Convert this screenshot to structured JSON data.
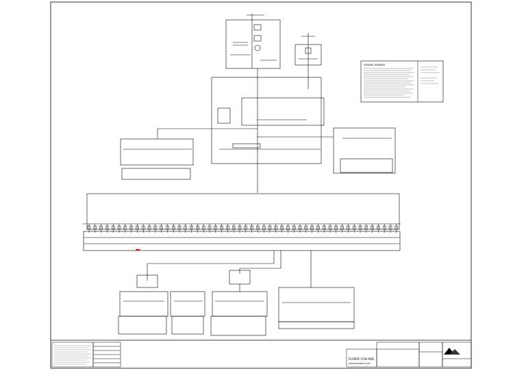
{
  "drawing": {
    "notes_title": "GENERAL REMARKS",
    "brand_name": "PLANTA CON AKD",
    "website": "WWW.EXAMPLE.COM"
  },
  "titleblock": {
    "project_label": "",
    "sheet_label": ""
  }
}
